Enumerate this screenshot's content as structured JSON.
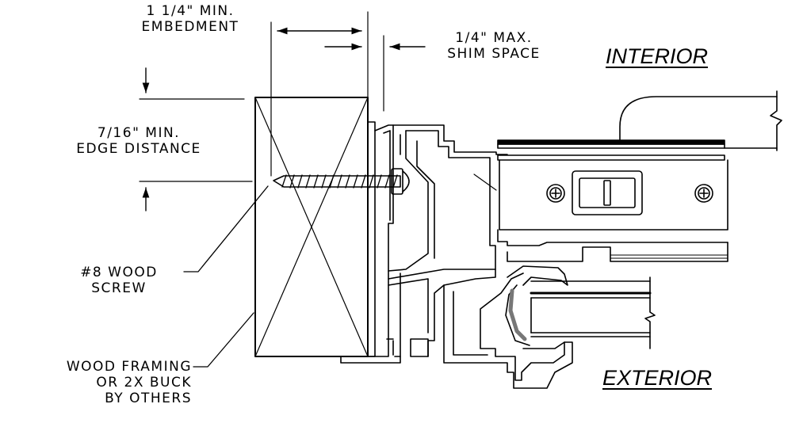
{
  "labels": {
    "embedment": [
      "1 1/4\" MIN.",
      "EMBEDMENT"
    ],
    "shim_space": [
      "1/4\" MAX.",
      "SHIM SPACE"
    ],
    "edge_distance": [
      "7/16\" MIN.",
      "EDGE DISTANCE"
    ],
    "wood_screw": [
      "#8 WOOD",
      "SCREW"
    ],
    "wood_framing": [
      "WOOD FRAMING",
      "OR 2X BUCK",
      "BY OTHERS"
    ],
    "interior": "INTERIOR",
    "exterior": "EXTERIOR"
  }
}
